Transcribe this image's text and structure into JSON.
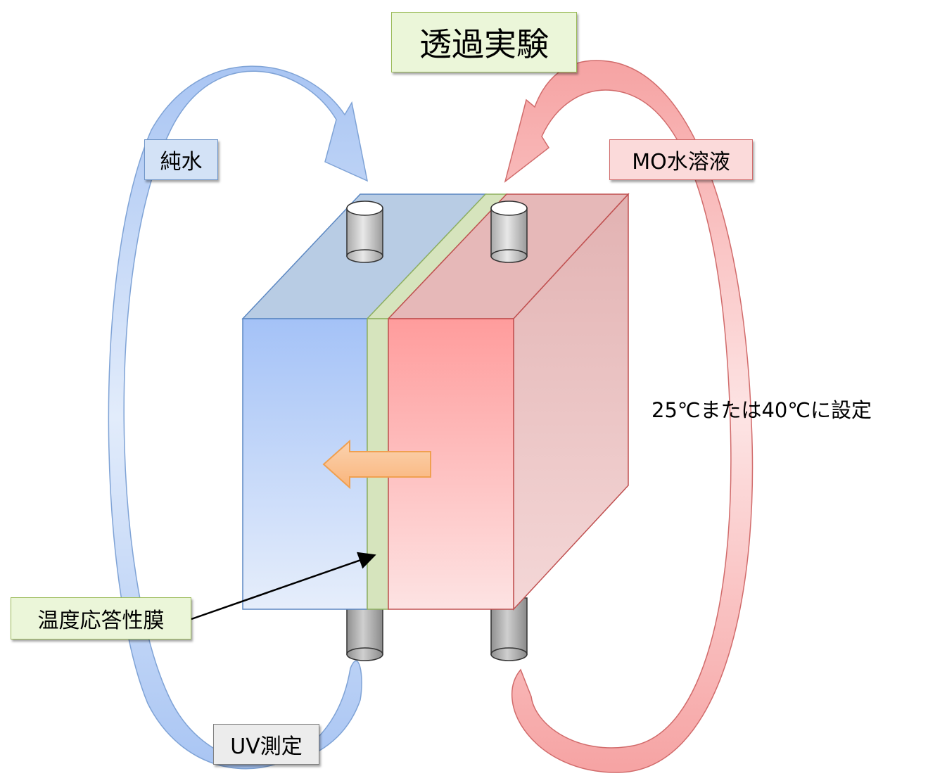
{
  "title": "透過実験",
  "labels": {
    "pure_water": "純水",
    "mo_solution": "MO水溶液",
    "membrane": "温度応答性膜",
    "uv": "UV測定",
    "temperature": "25℃または40℃に設定"
  },
  "colors": {
    "blue_cell": "#a4c2f4",
    "red_cell": "#ff9e9e",
    "membrane": "#d6e4bd",
    "flow_arrow": "#fbc89a"
  }
}
